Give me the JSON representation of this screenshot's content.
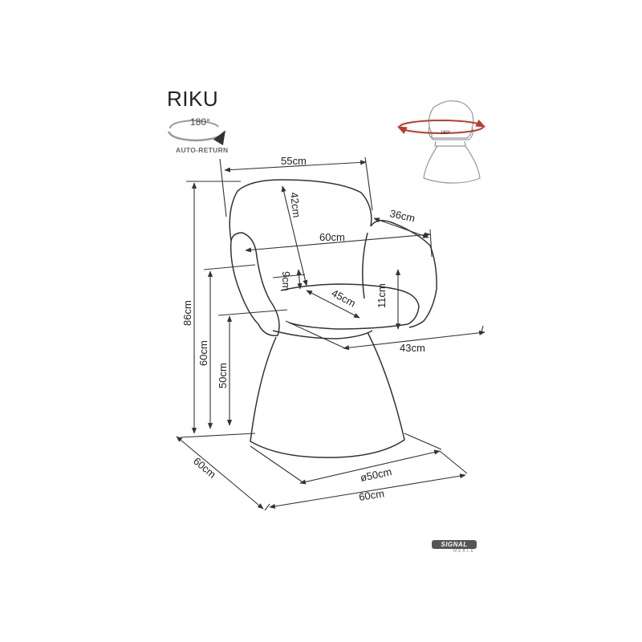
{
  "product": {
    "name": "RIKU",
    "rotation_label": "180°",
    "feature_label": "AUTO-RETURN",
    "thumbnail_rotation_label": "180°"
  },
  "dimensions": {
    "seat_width_top": "55cm",
    "backrest_height": "42cm",
    "armrest_depth": "36cm",
    "overall_width": "60cm",
    "seat_cushion": "9cm",
    "armrest_height": "11cm",
    "seat_depth": "45cm",
    "overall_height": "86cm",
    "armrest_floor_height": "60cm",
    "seat_height": "50cm",
    "full_depth": "43cm",
    "base_diameter": "ø50cm",
    "footprint_depth": "60cm",
    "footprint_width": "60cm"
  },
  "brand": {
    "logo_text": "SIGNAL",
    "logo_sub": "MEBLE"
  },
  "colors": {
    "line": "#333333",
    "accent": "#c0392b"
  }
}
